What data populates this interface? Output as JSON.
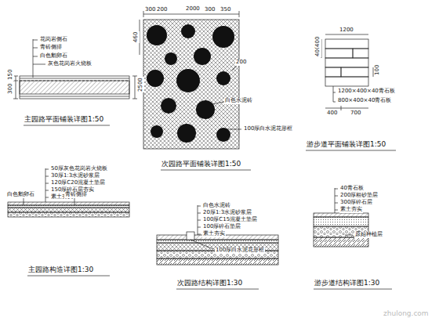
{
  "diagram": {
    "labels": [
      "花岗岩侧石",
      "青砖侧排",
      "白色鹅卵石",
      "灰色花岗岩火烧板",
      "300",
      "150",
      "2500",
      "主园路平面铺装详图1:50",
      "2000",
      "300",
      "200",
      "300",
      "350",
      "460",
      "200",
      "白色水泥砖",
      "100厚白水泥花形框",
      "次园路平面铺装详图1:50",
      "1200",
      "400",
      "400",
      "100",
      "1200×400×40青石板",
      "800×400×40青石板",
      "400",
      "700",
      "游步道平面铺装详图1:50",
      "50厚灰色花岗岩火烧板",
      "30厚1:3水泥砂浆层",
      "120厚C20混凝土垫层",
      "150厚碎石层夯实",
      "素土夯实",
      "白色鹅卵石",
      "青砖侧排",
      "主园路构造详图1:30",
      "白色水泥砖",
      "20厚1:3水泥砂浆层",
      "100厚C15混凝土垫层",
      "100厚碎石垫层",
      "素土夯实",
      "100厚白水泥花形框",
      "次园路结构详图1:30",
      "40青石板",
      "200厚粗砂垫层",
      "300厚碎石层",
      "素土夯实",
      "原始种植层",
      "游步道结构详图1:30",
      "zhulong.com"
    ]
  }
}
